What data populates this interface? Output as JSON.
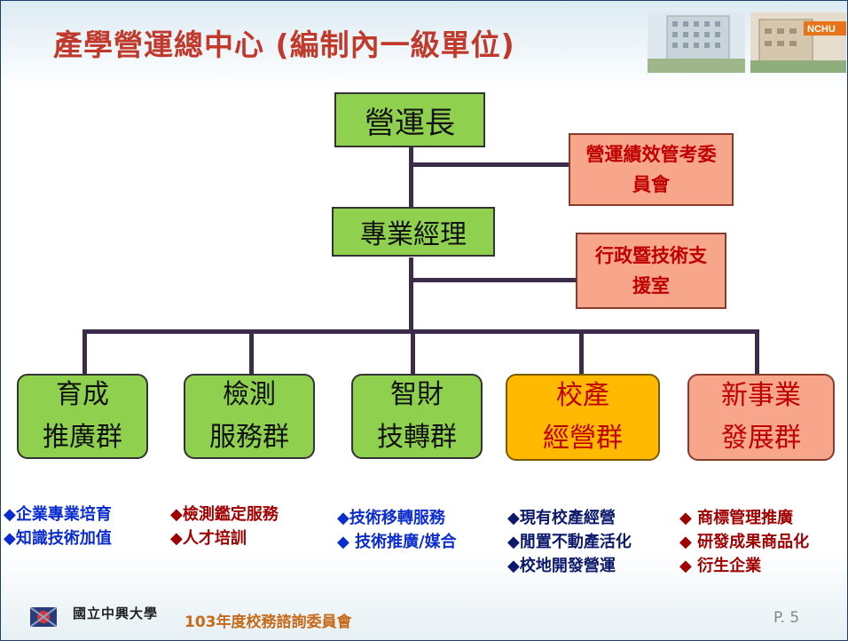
{
  "header": {
    "title": "產學營運總中心 (編制內一級單位)",
    "logo_text": "NCHU"
  },
  "org": {
    "top": "營運長",
    "committee": "營運績效管考委員會",
    "manager": "專業經理",
    "support": "行政暨技術支援室",
    "groups": [
      {
        "line1": "育成",
        "line2": "推廣群"
      },
      {
        "line1": "檢測",
        "line2": "服務群"
      },
      {
        "line1": "智財",
        "line2": "技轉群"
      },
      {
        "line1": "校產",
        "line2": "經營群"
      },
      {
        "line1": "新事業",
        "line2": "發展群"
      }
    ]
  },
  "bullets": {
    "g1": [
      "◆企業專業培育",
      "◆知識技術加值"
    ],
    "g2": [
      "◆檢測鑑定服務",
      "◆人才培訓"
    ],
    "g3": [
      "◆技術移轉服務",
      "◆ 技術推廣/媒合"
    ],
    "g4": [
      "◆現有校產經營",
      "◆閒置不動產活化",
      "◆校地開發營運"
    ],
    "g5": [
      "◆ 商標管理推廣",
      "◆ 研發成果商品化",
      "◆ 衍生企業"
    ]
  },
  "footer": {
    "meeting": "103年度校務諮詢委員會",
    "page": "P. 5",
    "university": "國立中興大學"
  },
  "colors": {
    "title": "#c0392b",
    "green": "#8fd14f",
    "salmon": "#f7a68c",
    "orange": "#ffb900",
    "blue_text": "#0b2ccf",
    "red_text": "#a00000"
  }
}
